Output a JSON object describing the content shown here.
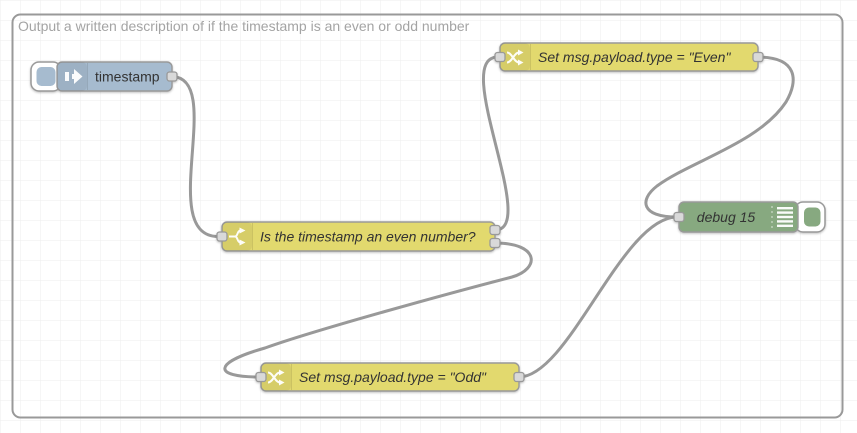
{
  "group": {
    "label": "Output a written description of if the timestamp is an even or odd number"
  },
  "colors": {
    "inject_node": "#a6bbcf",
    "function_node": "#e2d96e",
    "debug_node": "#87a980",
    "wire": "#999999",
    "node_border": "#999999",
    "port_fill": "#d9d9d9",
    "group_border": "#999999",
    "group_label_text": "#a4a4a4",
    "node_label_text": "#333333",
    "grid_line": "#ededed",
    "canvas_background": "#ffffff"
  },
  "nodes": {
    "inject": {
      "label": "timestamp",
      "type": "inject"
    },
    "switch": {
      "label": "Is the timestamp an even number?",
      "type": "switch",
      "outputs": 2
    },
    "change_even": {
      "label": "Set msg.payload.type = \"Even\"",
      "type": "change"
    },
    "change_odd": {
      "label": "Set msg.payload.type = \"Odd\"",
      "type": "change"
    },
    "debug": {
      "label": "debug 15",
      "type": "debug"
    }
  },
  "wires": [
    {
      "from": "timestamp",
      "to": "Is the timestamp an even number?"
    },
    {
      "from": "Is the timestamp an even number? output 1",
      "to": "Set msg.payload.type = \"Even\""
    },
    {
      "from": "Is the timestamp an even number? output 2",
      "to": "Set msg.payload.type = \"Odd\""
    },
    {
      "from": "Set msg.payload.type = \"Even\"",
      "to": "debug 15"
    },
    {
      "from": "Set msg.payload.type = \"Odd\"",
      "to": "debug 15"
    }
  ]
}
